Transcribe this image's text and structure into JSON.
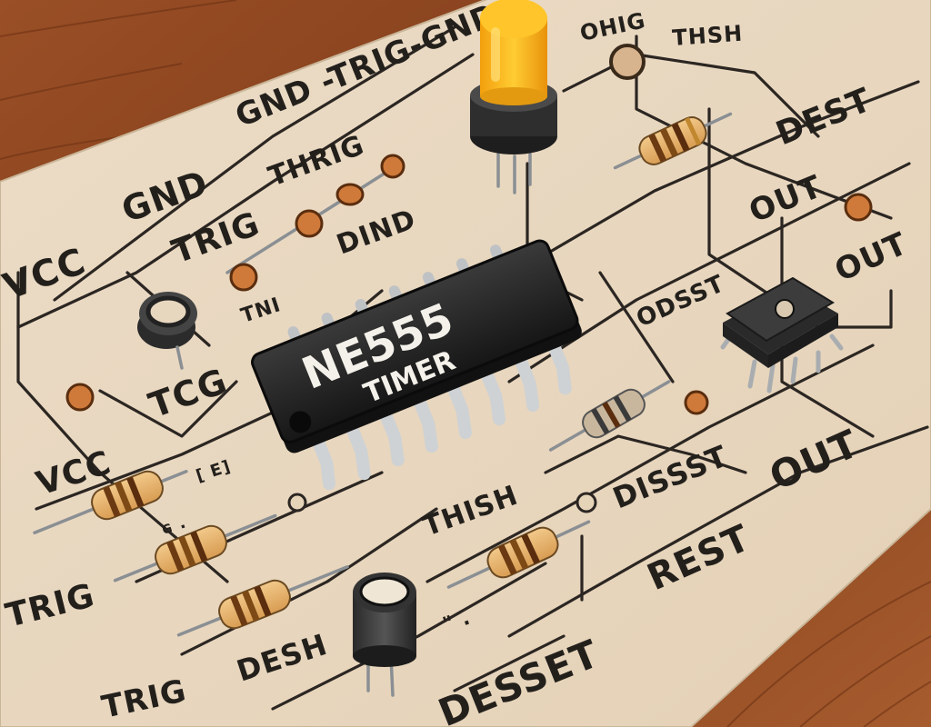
{
  "chip": {
    "line1": "NE555",
    "line2": "TIMER"
  },
  "labels": {
    "top_row": "GND -TRIG-GND",
    "vcc_main": "VCC",
    "gnd_top": "GND",
    "trig_top": "TRIG",
    "thrig": "THRIG",
    "dind": "DIND",
    "tcg": "TCG",
    "vcc_left": "VCC",
    "trig_left": "TRIG",
    "trig_bottom": "TRIG",
    "desh": "DESH",
    "thish": "THISH",
    "dissst_bottom": "DISSST",
    "odsst": "ODSST",
    "dest": "DEST",
    "out_1": "OUT",
    "out_2": "OUT",
    "out_3": "OUT",
    "rest": "REST",
    "desset": "DESSET",
    "ohig": "OHIG",
    "thsh": "THSH",
    "mark_1": "TNI",
    "mark_2": "[ E]",
    "mark_3": "ɢ .",
    "mark_4": "\" ."
  },
  "colors": {
    "paper": "#e9d9c2",
    "wood": "#8a4320",
    "chip": "#1f1f1f",
    "led": "#f7b21b",
    "ink": "#23201c"
  }
}
